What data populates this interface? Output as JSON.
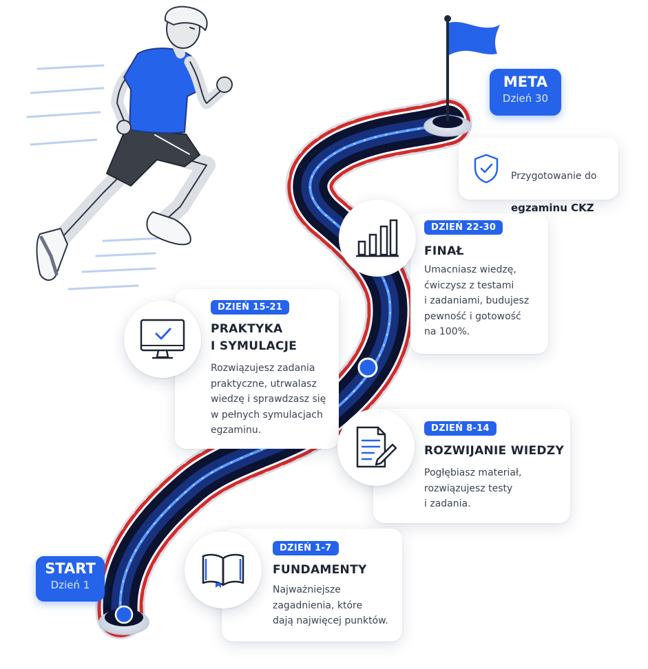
{
  "start": {
    "label": "START",
    "day": "Dzień 1"
  },
  "finish": {
    "label": "META",
    "day": "Dzień 30"
  },
  "goal": {
    "line1": "Przygotowanie do",
    "line2": "egzaminu CKZ",
    "icon": "shield-check-icon"
  },
  "stages": [
    {
      "badge": "DZIEŃ 1-7",
      "title": "FUNDAMENTY",
      "description": "Najważniejsze\nzagadnienia, które\ndają najwięcej punktów.",
      "icon": "open-book-icon"
    },
    {
      "badge": "DZIEŃ 8-14",
      "title": "ROZWIJANIE WIEDZY",
      "description": "Pogłębiasz materiał,\nrozwiązujesz testy\ni zadania.",
      "icon": "document-pen-icon"
    },
    {
      "badge": "DZIEŃ 15-21",
      "title": "PRAKTYKA\nI SYMULACJE",
      "description": "Rozwiązujesz zadania\npraktyczne, utrwalasz\nwiedzę i sprawdzasz się\nw pełnych symulacjach\negzaminu.",
      "icon": "monitor-check-icon"
    },
    {
      "badge": "DZIEŃ 22-30",
      "title": "FINAŁ",
      "description": "Umacniasz wiedzę,\nćwiczysz z testami\ni zadaniami, budujesz\npewność i gotowość\nna 100%.",
      "icon": "bar-chart-icon"
    }
  ],
  "colors": {
    "accent": "#2563eb",
    "track": "#0b1330",
    "track_glow": "#3b82f6",
    "barrier_red": "#d12c2c",
    "barrier_white": "#ffffff",
    "flag": "#2563eb"
  }
}
